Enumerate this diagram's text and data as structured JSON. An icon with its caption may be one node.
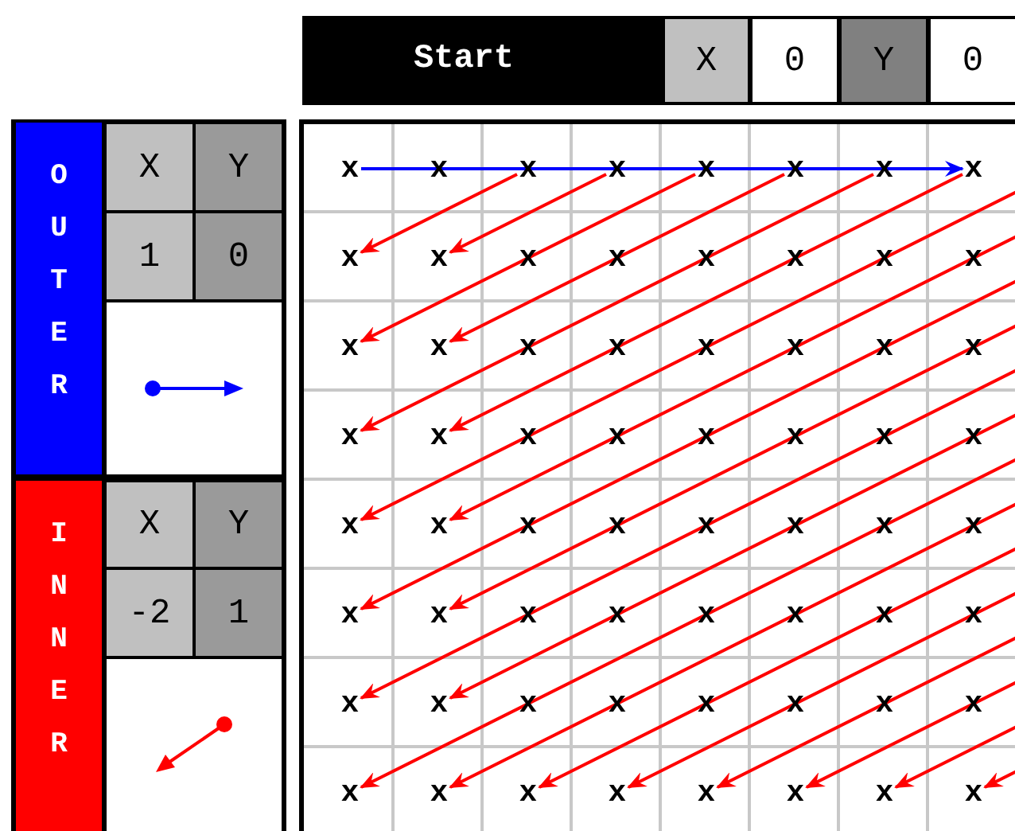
{
  "diagram": {
    "nodes": [
      {
        "text": [
          "Start"
        ]
      },
      {
        "text": [
          "OUTER"
        ]
      },
      {
        "text": [
          "INNER"
        ]
      },
      {
        "text": [
          "x"
        ]
      },
      {
        "text": [
          "x"
        ]
      },
      {
        "text": [
          "x"
        ]
      },
      {
        "text": [
          "x"
        ]
      },
      {
        "text": [
          "x"
        ]
      },
      {
        "text": [
          "x"
        ]
      },
      {
        "text": [
          "x"
        ]
      },
      {
        "text": [
          "x"
        ]
      },
      {
        "text": [
          "x"
        ]
      },
      {
        "text": [
          "x"
        ]
      },
      {
        "text": [
          "x"
        ]
      },
      {
        "text": [
          "x"
        ]
      },
      {
        "text": [
          "x"
        ]
      },
      {
        "text": [
          "x"
        ]
      },
      {
        "text": [
          "x"
        ]
      },
      {
        "text": [
          "x"
        ]
      },
      {
        "text": [
          "x"
        ]
      },
      {
        "text": [
          "x"
        ]
      },
      {
        "text": [
          "x"
        ]
      },
      {
        "text": [
          "x"
        ]
      },
      {
        "text": [
          "x"
        ]
      },
      {
        "text": [
          "x"
        ]
      },
      {
        "text": [
          "x"
        ]
      },
      {
        "text": [
          "x"
        ]
      },
      {
        "text": [
          "x"
        ]
      },
      {
        "text": [
          "x"
        ]
      },
      {
        "text": [
          "x"
        ]
      },
      {
        "text": [
          "x"
        ]
      },
      {
        "text": [
          "x"
        ]
      },
      {
        "text": [
          "x"
        ]
      },
      {
        "text": [
          "x"
        ]
      },
      {
        "text": [
          "x"
        ]
      },
      {
        "text": [
          "x"
        ]
      },
      {
        "text": [
          "x"
        ]
      },
      {
        "text": [
          "x"
        ]
      },
      {
        "text": [
          "x"
        ]
      },
      {
        "text": [
          "x"
        ]
      },
      {
        "text": [
          "x"
        ]
      },
      {
        "text": [
          "x"
        ]
      },
      {
        "text": [
          "x"
        ]
      },
      {
        "text": [
          "x"
        ]
      },
      {
        "text": [
          "x"
        ]
      },
      {
        "text": [
          "x"
        ]
      },
      {
        "text": [
          "x"
        ]
      },
      {
        "text": [
          "x"
        ]
      },
      {
        "text": [
          "x"
        ]
      },
      {
        "text": [
          "x"
        ]
      },
      {
        "text": [
          "x"
        ]
      },
      {
        "text": [
          "x"
        ]
      },
      {
        "text": [
          "x"
        ]
      },
      {
        "text": [
          "x"
        ]
      },
      {
        "text": [
          "x"
        ]
      },
      {
        "text": [
          "x"
        ]
      },
      {
        "text": [
          "x"
        ]
      },
      {
        "text": [
          "x"
        ]
      },
      {
        "text": [
          "x"
        ]
      },
      {
        "text": [
          "x"
        ]
      },
      {
        "text": [
          "x"
        ]
      },
      {
        "text": [
          "x"
        ]
      },
      {
        "text": [
          "x"
        ]
      },
      {
        "text": [
          "x"
        ]
      },
      {
        "text": [
          "x"
        ]
      },
      {
        "text": [
          "x"
        ]
      },
      {
        "text": [
          "x"
        ]
      }
    ],
    "edges": [
      {
        "from": 3,
        "to": 10,
        "arrow": "to",
        "color": "#0000ff"
      },
      {
        "from": 5,
        "to": 11,
        "arrow": "to"
      },
      {
        "from": 6,
        "to": 12,
        "arrow": "to"
      },
      {
        "from": 7,
        "to": 19,
        "arrow": "to"
      },
      {
        "from": 8,
        "to": 20,
        "arrow": "to"
      },
      {
        "from": 9,
        "to": 27,
        "arrow": "to"
      },
      {
        "from": 10,
        "to": 28,
        "arrow": "to"
      },
      {
        "from": null,
        "to": 35,
        "arrow": "to"
      },
      {
        "from": null,
        "to": 36,
        "arrow": "to"
      },
      {
        "from": null,
        "to": 43,
        "arrow": "to"
      },
      {
        "from": null,
        "to": 44,
        "arrow": "to"
      },
      {
        "from": null,
        "to": 51,
        "arrow": "to"
      },
      {
        "from": null,
        "to": 52,
        "arrow": "to"
      },
      {
        "from": null,
        "to": 59,
        "arrow": "to"
      },
      {
        "from": null,
        "to": 60,
        "arrow": "to"
      },
      {
        "from": null,
        "to": 61,
        "arrow": "to"
      },
      {
        "from": null,
        "to": 62,
        "arrow": "to"
      },
      {
        "from": null,
        "to": 63,
        "arrow": "to"
      },
      {
        "from": null,
        "to": 64,
        "arrow": "to"
      },
      {
        "from": null,
        "to": 65,
        "arrow": "to"
      },
      {
        "from": null,
        "to": 66,
        "arrow": "to"
      }
    ],
    "labels": [
      "X",
      "0",
      "Y",
      "0",
      "X",
      "Y",
      "1",
      "0",
      "X",
      "Y",
      "-2",
      "1"
    ]
  }
}
